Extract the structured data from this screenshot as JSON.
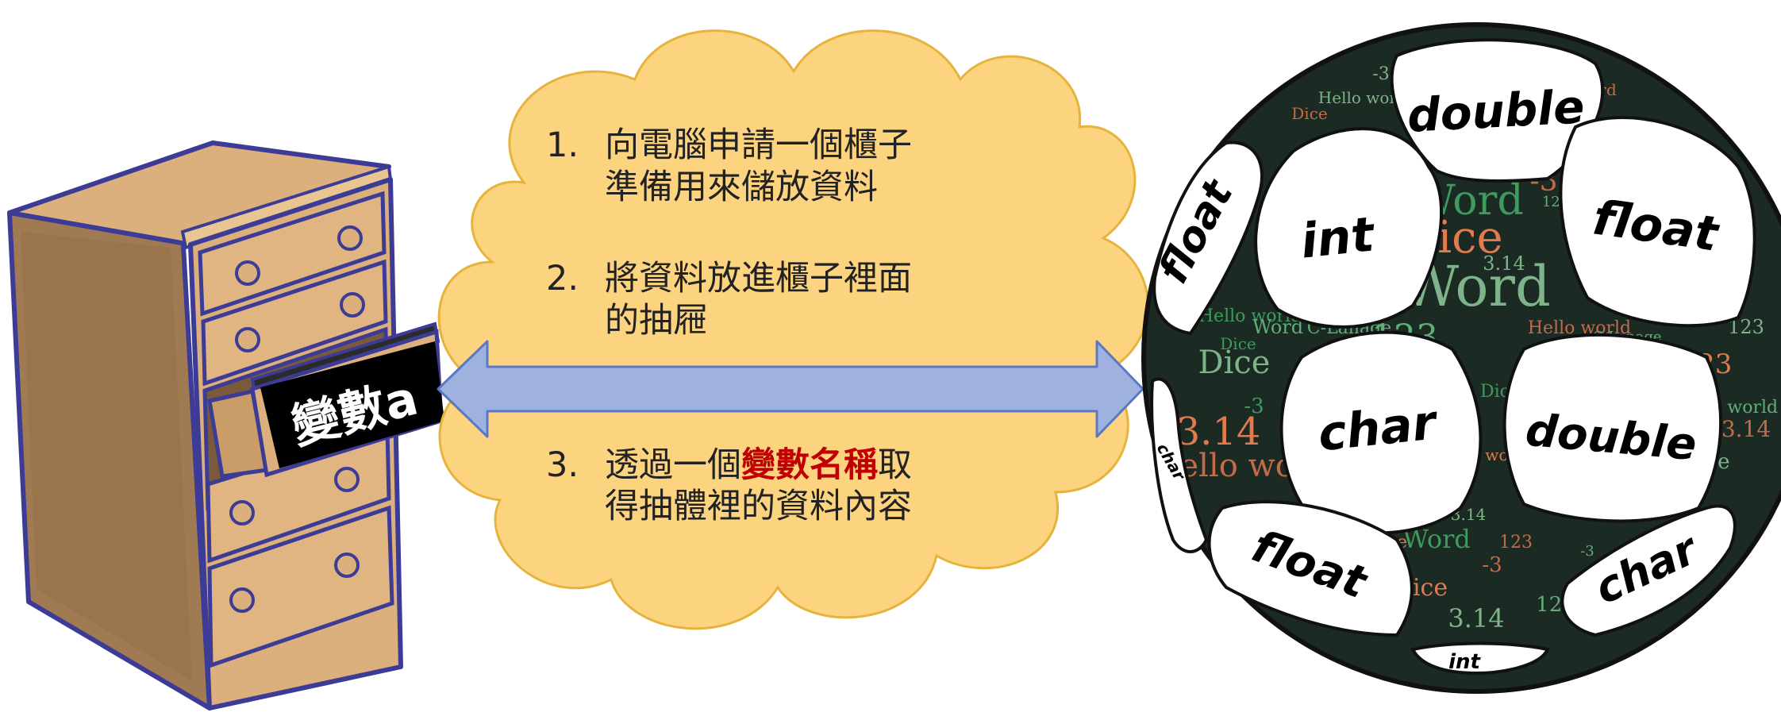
{
  "drawer": {
    "tag_label": "變數a",
    "colors": {
      "wood": "#dcb07c",
      "wood_dark": "#9b7754",
      "outline": "#3c3c96",
      "tag": "#000000",
      "tag_text": "#ffffff"
    }
  },
  "cloud": {
    "steps": [
      {
        "number": "1.",
        "lines": [
          "向電腦申請一個櫃子",
          "準備用來儲放資料"
        ]
      },
      {
        "number": "2.",
        "lines": [
          "將資料放進櫃子裡面",
          "的抽屜"
        ]
      },
      {
        "number": "3.",
        "line1_before": "透過一個",
        "line1_highlight": "變數名稱",
        "line1_after": "取",
        "line2": "得抽體裡的資料內容"
      }
    ],
    "colors": {
      "fill": "#fcd480",
      "stroke": "#e6b43c",
      "text": "#222222",
      "highlight": "#c00000"
    }
  },
  "arrow": {
    "colors": {
      "fill": "#9fb2df",
      "stroke": "#5a78c4"
    }
  },
  "ball": {
    "panels": [
      "double",
      "int",
      "float",
      "float",
      "char",
      "double",
      "float",
      "char",
      "char",
      "int"
    ],
    "cloud_words": [
      "Word",
      "Dice",
      "Word",
      "-3",
      "123",
      "123",
      "3.14",
      "Dice",
      "Hello world",
      "C-Lanage",
      "-3",
      "123",
      "Dice",
      "3.14",
      "Hello world",
      "Word",
      "Dice",
      "3.14",
      "-3",
      "123",
      "Word",
      "C-Lanage",
      "Hello world",
      "Dice",
      "-3",
      "123",
      "Word",
      "3.14",
      "Hello world",
      "C-Lanage",
      "Word",
      "Dice",
      "3.14",
      "123",
      "-3",
      "Hello world",
      "Dice",
      "123",
      "3.14",
      "Word",
      "Dice",
      "C-Lanage",
      "-3",
      "Word",
      "123",
      "Dice",
      "Hello world"
    ],
    "colors": {
      "bg": "#1c2a24",
      "panel": "#ffffff",
      "panel_text": "#000000",
      "word_palette": [
        "#3f9a5e",
        "#e07a4f",
        "#7fb38a",
        "#c56a48",
        "#5fae77"
      ]
    }
  }
}
